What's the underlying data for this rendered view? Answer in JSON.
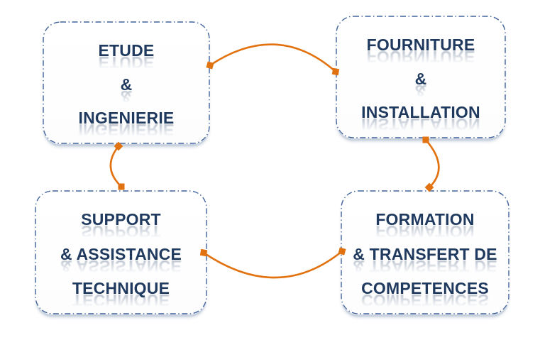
{
  "diagram": {
    "boxes": [
      {
        "id": "etude-ingenierie",
        "lines": [
          "ETUDE",
          "&",
          "INGENIERIE"
        ]
      },
      {
        "id": "fourniture-installation",
        "lines": [
          "FOURNITURE",
          "&",
          "INSTALLATION"
        ]
      },
      {
        "id": "support-assistance-technique",
        "lines": [
          "SUPPORT",
          "& ASSISTANCE",
          "TECHNIQUE"
        ]
      },
      {
        "id": "formation-transfert",
        "lines": [
          "FORMATION",
          "& TRANSFERT DE",
          "COMPETENCES"
        ]
      }
    ],
    "connectors": [
      {
        "from": "etude-ingenierie",
        "to": "fourniture-installation"
      },
      {
        "from": "fourniture-installation",
        "to": "formation-transfert"
      },
      {
        "from": "formation-transfert",
        "to": "support-assistance-technique"
      },
      {
        "from": "support-assistance-technique",
        "to": "etude-ingenierie"
      }
    ],
    "cycle_direction": "clockwise",
    "colors": {
      "box_border": "#41639b",
      "box_fill": "#ffffff",
      "box_bottom_edge": "#c9d3e0",
      "text": "#1f3a5e",
      "connector": "#e2720f",
      "background": "#ffffff"
    }
  }
}
